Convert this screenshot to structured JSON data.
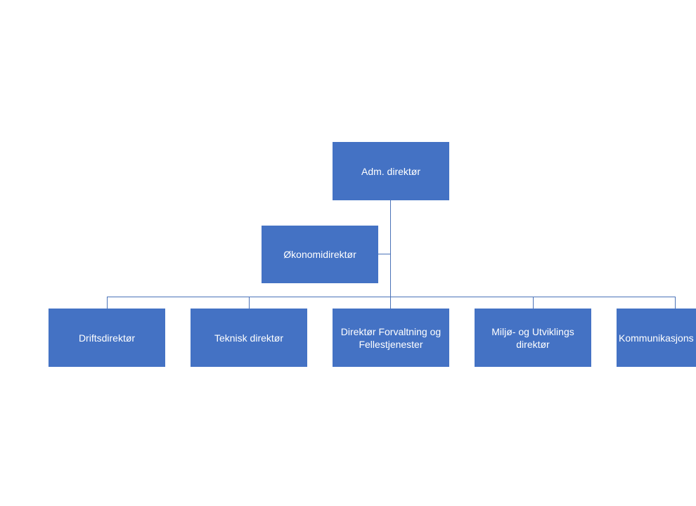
{
  "org_chart": {
    "top": {
      "label": "Adm. direktør"
    },
    "assistant": {
      "label": "Økonomidirektør"
    },
    "children": [
      {
        "label": "Driftsdirektør"
      },
      {
        "label": "Teknisk direktør"
      },
      {
        "label": "Direktør Forvaltning og Fellestjenester"
      },
      {
        "label": "Miljø- og Utviklings direktør"
      },
      {
        "label": "Kommunikasjons"
      }
    ]
  },
  "colors": {
    "box_fill": "#4472c4",
    "box_text": "#ffffff",
    "connector": "#4a72b8",
    "background": "#ffffff"
  }
}
